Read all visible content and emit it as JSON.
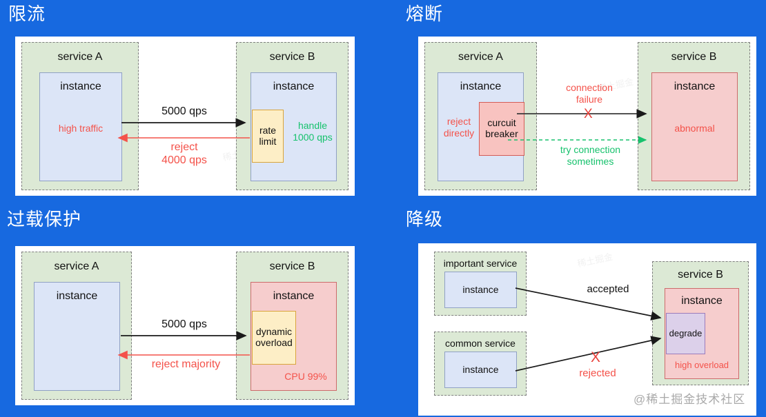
{
  "background_color": "#1769e0",
  "panel_color": "#ffffff",
  "service_box_color": "#dce9d5",
  "instance_blue_color": "#dce5f7",
  "instance_red_color": "#f6cdcd",
  "accent_red": "#f4524a",
  "accent_green": "#17c26d",
  "quadrants": {
    "rate_limit": {
      "title": "限流",
      "service_a": {
        "label": "service A",
        "instance_label": "instance",
        "status": "high traffic"
      },
      "service_b": {
        "label": "service B",
        "instance_label": "instance",
        "inner_box": "rate\nlimit",
        "handle_note": "handle\n1000 qps"
      },
      "arrow_forward_label": "5000 qps",
      "arrow_back_label": "reject\n4000 qps"
    },
    "circuit_breaker": {
      "title": "熔断",
      "service_a": {
        "label": "service A",
        "instance_label": "instance",
        "status": "reject\ndirectly",
        "inner_box": "curcuit\nbreaker"
      },
      "service_b": {
        "label": "service B",
        "instance_label": "instance",
        "status": "abnormal"
      },
      "arrow_forward_label": "connection\nfailure",
      "arrow_forward_mark": "X",
      "arrow_dashed_label": "try connection\nsometimes"
    },
    "overload_protection": {
      "title": "过载保护",
      "service_a": {
        "label": "service A",
        "instance_label": "instance"
      },
      "service_b": {
        "label": "service B",
        "instance_label": "instance",
        "inner_box": "dynamic\noverload",
        "status": "CPU 99%"
      },
      "arrow_forward_label": "5000 qps",
      "arrow_back_label": "reject majority"
    },
    "degrade": {
      "title": "降级",
      "important_service": {
        "label": "important service",
        "instance_label": "instance"
      },
      "common_service": {
        "label": "common service",
        "instance_label": "instance"
      },
      "service_b": {
        "label": "service B",
        "instance_label": "instance",
        "inner_box": "degrade",
        "status": "high overload"
      },
      "arrow_accepted_label": "accepted",
      "arrow_rejected_label": "rejected",
      "arrow_rejected_mark": "X"
    }
  },
  "watermark": "@稀土掘金技术社区",
  "faint_watermarks": [
    "稀土掘金",
    "稀土掘金",
    "稀土掘金",
    "稀土掘金",
    "稀土掘金",
    "稀土掘金",
    "稀土掘金",
    "稀土掘金"
  ]
}
